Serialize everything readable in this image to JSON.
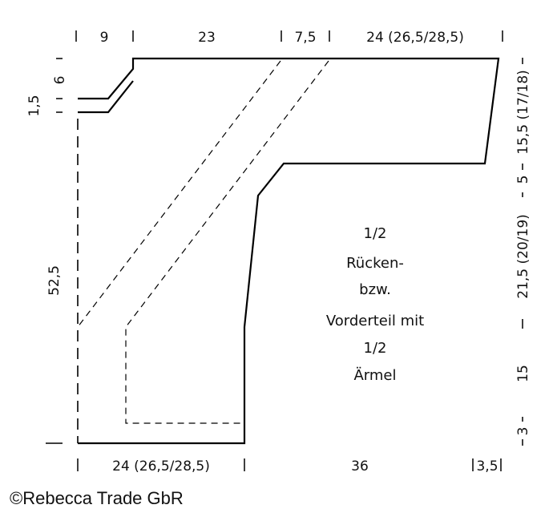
{
  "top_dims": [
    "9",
    "23",
    "7,5",
    "24 (26,5/28,5)"
  ],
  "left_dims": {
    "neck_small": "1,5",
    "neck": "6",
    "body": "52,5"
  },
  "right_dims": [
    "15,5 (17/18)",
    "5",
    "21,5 (20/19)",
    "15",
    "3"
  ],
  "bottom_dims": [
    "24 (26,5/28,5)",
    "36",
    "3,5"
  ],
  "center_label": {
    "half1": "1/2",
    "line1": "Rücken-",
    "line2": "bzw.",
    "line3": "Vorderteil mit",
    "half2": "1/2",
    "line4": "Ärmel"
  },
  "copyright": "©Rebecca Trade GbR"
}
